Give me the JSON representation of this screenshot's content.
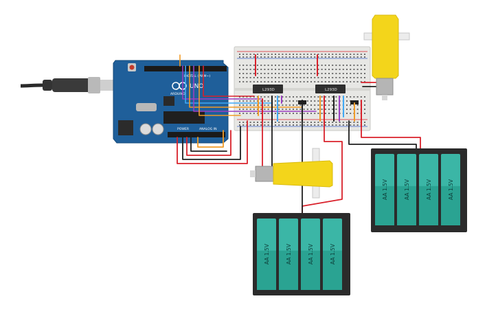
{
  "arduino": {
    "model_label": "UNO",
    "brand_label": "ARDUINO",
    "digital_label": "DIGITAL (PWM~)",
    "power_label": "POWER",
    "analog_label": "ANALOG IN"
  },
  "drivers": [
    {
      "label": "L293D"
    },
    {
      "label": "L293D"
    }
  ],
  "batteries": [
    {
      "cells": [
        "AA 1.5V",
        "AA 1.5V",
        "AA 1.5V",
        "AA 1.5V"
      ]
    },
    {
      "cells": [
        "AA 1.5V",
        "AA 1.5V",
        "AA 1.5V",
        "AA 1.5V"
      ]
    }
  ],
  "colors": {
    "arduino_board": "#1f5f9a",
    "breadboard": "#e7e7e4",
    "motor_body": "#f3d51b",
    "battery_body": "#2b2b2b",
    "battery_cell": "#3bb6a6",
    "wire_red": "#d9202a",
    "wire_black": "#222222",
    "wire_orange": "#f19b27",
    "wire_blue": "#3fa9f5",
    "wire_purple": "#9b3fc1"
  }
}
